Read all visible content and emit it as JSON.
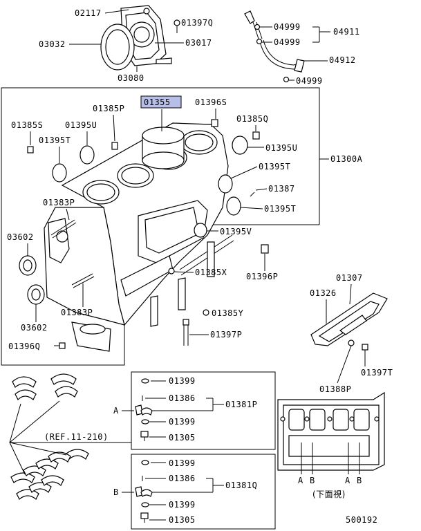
{
  "labels": {
    "p02117": "02117",
    "p01397Q": "01397Q",
    "p03032": "03032",
    "p03017": "03017",
    "p03080": "03080",
    "p04999a": "04999",
    "p04999b": "04999",
    "p04911": "04911",
    "p04912": "04912",
    "p04999c": "04999",
    "p01355": "01355",
    "p01396S": "01396S",
    "p01385P": "01385P",
    "p01385S": "01385S",
    "p01395U_a": "01395U",
    "p01385Q": "01385Q",
    "p01395T_a": "01395T",
    "p01395U_b": "01395U",
    "p01300A": "01300A",
    "p01395T_b": "01395T",
    "p01387": "01387",
    "p01383P_a": "01383P",
    "p01395T_c": "01395T",
    "p03602a": "03602",
    "p01395V": "01395V",
    "p01385X": "01385X",
    "p01396P": "01396P",
    "p01383P_b": "01383P",
    "p03602b": "03602",
    "p01385Y": "01385Y",
    "p01307": "01307",
    "p01326": "01326",
    "p01397P": "01397P",
    "p01396Q": "01396Q",
    "p01397T": "01397T",
    "p01388P": "01388P",
    "p01399a": "01399",
    "p01386a": "01386",
    "p01381P": "01381P",
    "p01399b": "01399",
    "p01305a": "01305",
    "ref": "(REF.11-210)",
    "p01399c": "01399",
    "p01386b": "01386",
    "p01381Q": "01381Q",
    "p01399d": "01399",
    "p01305b": "01305",
    "markA1": "A",
    "markB1": "B",
    "markA2": "A",
    "markB2": "B",
    "markA3": "A",
    "markB3": "B",
    "bottom_view": "(下面視)",
    "diagram_id": "500192"
  },
  "colors": {
    "highlight": "#b8bfe6",
    "line": "#000000"
  }
}
